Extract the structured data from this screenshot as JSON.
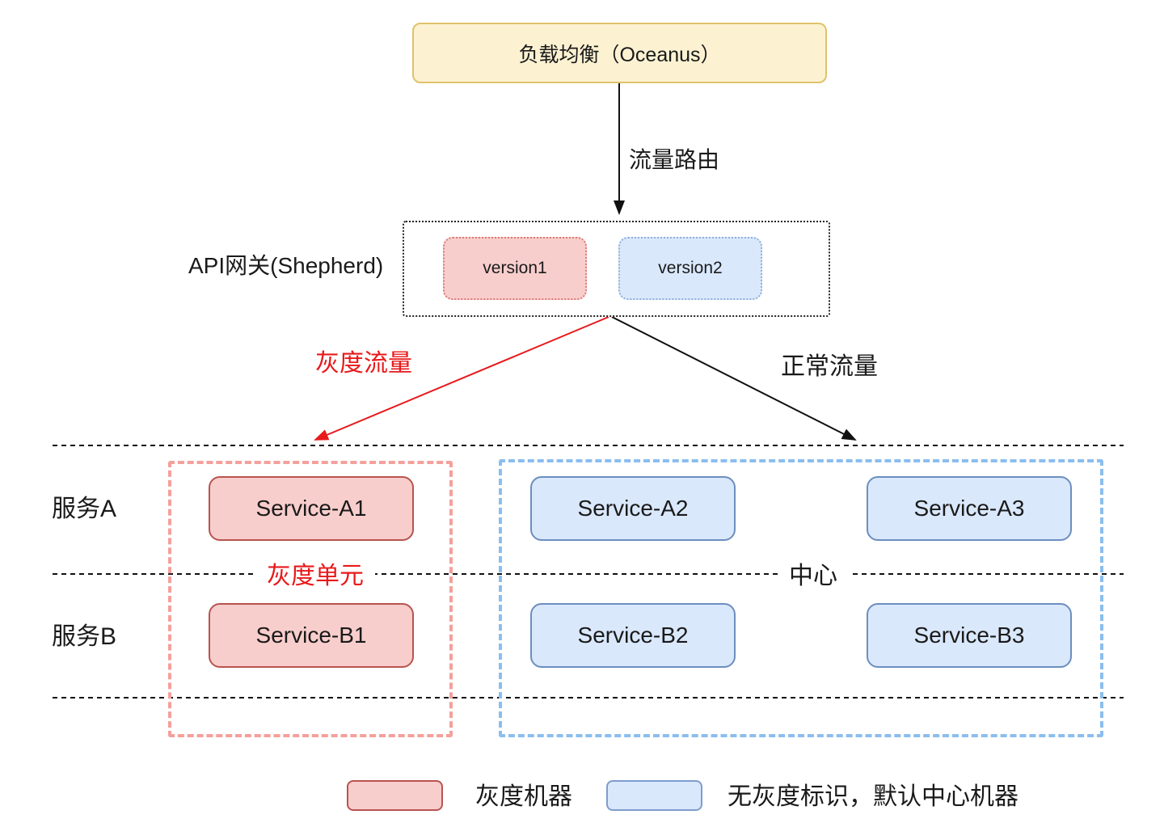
{
  "load_balancer": {
    "label": "负载均衡（Oceanus）"
  },
  "route": {
    "label": "流量路由"
  },
  "gateway": {
    "label": "API网关(Shepherd)",
    "versions": {
      "v1": "version1",
      "v2": "version2"
    }
  },
  "flows": {
    "gray": "灰度流量",
    "normal": "正常流量"
  },
  "rows": {
    "a": "服务A",
    "b": "服务B"
  },
  "units": {
    "gray": "灰度单元",
    "center": "中心"
  },
  "services": {
    "a1": "Service-A1",
    "a2": "Service-A2",
    "a3": "Service-A3",
    "b1": "Service-B1",
    "b2": "Service-B2",
    "b3": "Service-B3"
  },
  "legend": {
    "gray": "灰度机器",
    "center": "无灰度标识，默认中心机器"
  },
  "colors": {
    "lb_fill": "#FCF2D2",
    "lb_stroke": "#DFC26B",
    "gray_fill": "#F8CECC",
    "gray_stroke": "#B85450",
    "center_fill": "#DAE8FC",
    "center_stroke": "#6C8EBF",
    "gray_dash": "#F5A09B",
    "center_dash": "#8BBEEF",
    "flow_red": "#E8191B"
  }
}
